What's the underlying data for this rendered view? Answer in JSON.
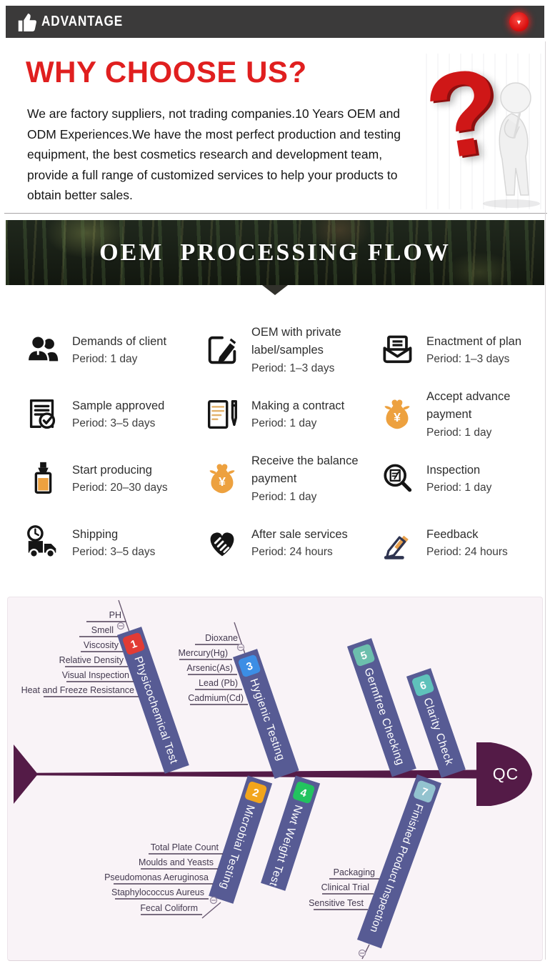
{
  "header": {
    "title": "ADVANTAGE",
    "icon": "thumbs-up-icon",
    "action_icon": "down-arrow-button",
    "arrow_glyph": "▼",
    "bar_color": "#3b3a3a",
    "accent_red": "#e02020"
  },
  "why_choose": {
    "title": "WHY CHOOSE US?",
    "title_color": "#e01f1f",
    "body": "We are factory suppliers, not trading companies.10 Years OEM and ODM Experiences.We have the most perfect production and testing equipment, the best cosmetics research and development team, provide a full range of customized services to help your products to obtain better sales.",
    "figure": {
      "question_mark": "?",
      "icon": "thinking-person-figure"
    }
  },
  "flow_banner": {
    "title": "OEM  PROCESSING FLOW"
  },
  "steps": [
    {
      "icon": "clients-icon",
      "title": "Demands of client",
      "period": "Period: 1 day"
    },
    {
      "icon": "edit-square-icon",
      "title": "OEM with private label/samples",
      "period": "Period: 1–3 days"
    },
    {
      "icon": "envelope-icon",
      "title": "Enactment of plan",
      "period": "Period: 1–3 days"
    },
    {
      "icon": "document-check-icon",
      "title": "Sample approved",
      "period": "Period: 3–5 days"
    },
    {
      "icon": "contract-pen-icon",
      "title": "Making a contract",
      "period": "Period: 1 day"
    },
    {
      "icon": "money-bag-icon",
      "title": "Accept advance payment",
      "period": "Period: 1 day"
    },
    {
      "icon": "bottle-icon",
      "title": "Start producing",
      "period": "Period: 20–30 days"
    },
    {
      "icon": "money-bag-icon",
      "title": "Receive the balance payment",
      "period": "Period: 1 day"
    },
    {
      "icon": "magnifier-document-icon",
      "title": "Inspection",
      "period": "Period: 1 day"
    },
    {
      "icon": "truck-clock-icon",
      "title": "Shipping",
      "period": "Period: 3–5 days"
    },
    {
      "icon": "handshake-heart-icon",
      "title": "After sale services",
      "period": "Period: 24 hours"
    },
    {
      "icon": "pencil-feedback-icon",
      "title": "Feedback",
      "period": "Period: 24 hours"
    }
  ],
  "fishbone": {
    "head_label": "QC",
    "spine_color": "#541b47",
    "bar_color": "#575b94",
    "branches": [
      {
        "num": "1",
        "label": "Physicochemical Test",
        "badge_color": "#e23b35",
        "items": [
          "PH",
          "Smell",
          "Viscosity",
          "Relative Density",
          "Visual Inspection",
          "Heat and Freeze Resistance"
        ]
      },
      {
        "num": "2",
        "label": "Microbial Testing",
        "badge_color": "#f2a51c",
        "items": [
          "Total Plate Count",
          "Moulds and Yeasts",
          "Pseudomonas Aeruginosa",
          "Staphylococcus Aureus",
          "Fecal Coliform"
        ]
      },
      {
        "num": "3",
        "label": "Hygienic Testing",
        "badge_color": "#3c8ee5",
        "items": [
          "Dioxane",
          "Mercury(Hg)",
          "Arsenic(As)",
          "Lead (Pb)",
          "Cadmium(Cd)"
        ]
      },
      {
        "num": "4",
        "label": "Nwt Weight Test",
        "badge_color": "#22c35f",
        "items": []
      },
      {
        "num": "5",
        "label": "Germfree Checking",
        "badge_color": "#6cbfad",
        "items": []
      },
      {
        "num": "6",
        "label": "Clarity Check",
        "badge_color": "#5fc2bb",
        "items": []
      },
      {
        "num": "7",
        "label": "Finished Product Inspection",
        "badge_color": "#93c3cf",
        "items": [
          "Packaging",
          "Clinical Trial",
          "Sensitive Test"
        ]
      }
    ]
  }
}
